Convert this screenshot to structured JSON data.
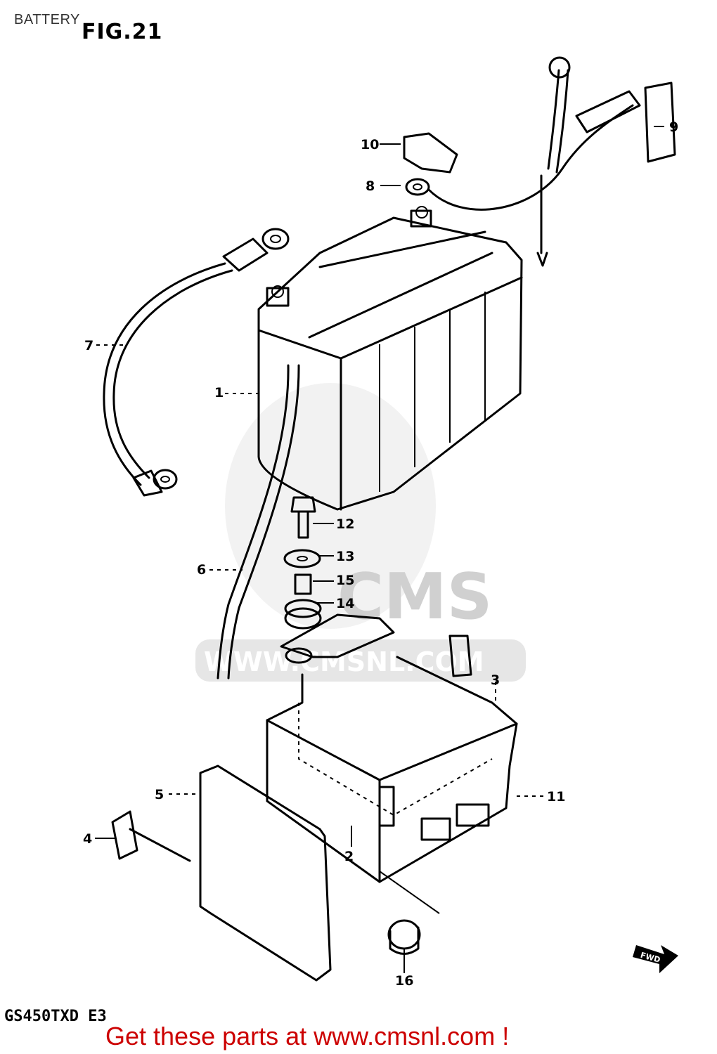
{
  "header": {
    "page_title": "BATTERY",
    "figure_title": "FIG.21"
  },
  "watermark": {
    "text": "CMS",
    "url_text": "WWW.CMSNL.COM"
  },
  "callouts": [
    {
      "id": "c1",
      "number": "1"
    },
    {
      "id": "c2",
      "number": "2"
    },
    {
      "id": "c3",
      "number": "3"
    },
    {
      "id": "c4",
      "number": "4"
    },
    {
      "id": "c5",
      "number": "5"
    },
    {
      "id": "c6",
      "number": "6"
    },
    {
      "id": "c7",
      "number": "7"
    },
    {
      "id": "c8",
      "number": "8"
    },
    {
      "id": "c9",
      "number": "9"
    },
    {
      "id": "c10",
      "number": "10"
    },
    {
      "id": "c11",
      "number": "11"
    },
    {
      "id": "c12",
      "number": "12"
    },
    {
      "id": "c13",
      "number": "13"
    },
    {
      "id": "c14",
      "number": "14"
    },
    {
      "id": "c15",
      "number": "15"
    },
    {
      "id": "c16",
      "number": "16"
    }
  ],
  "fwd_badge": "FWD",
  "model_code": "GS450TXD E3",
  "footer": {
    "link_text": "Get these parts at www.cmsnl.com !"
  }
}
